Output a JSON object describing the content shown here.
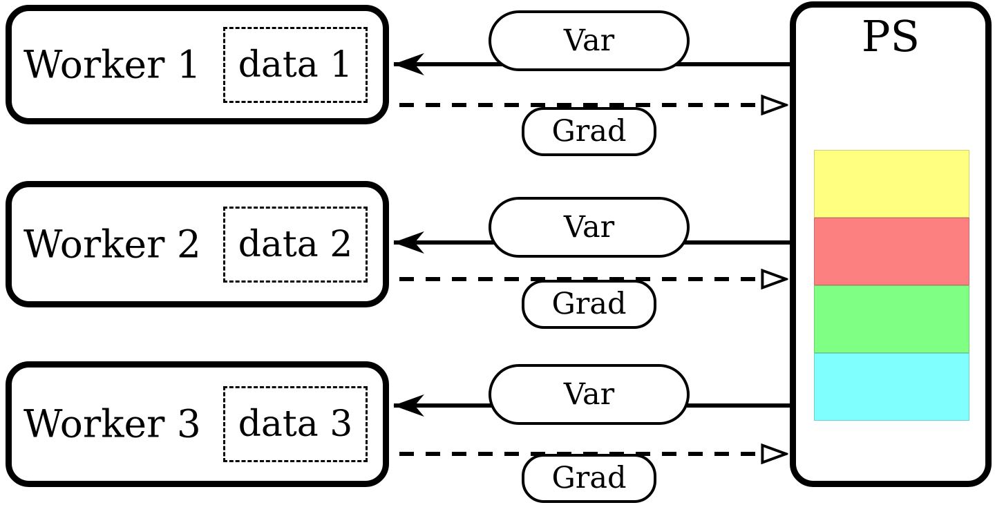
{
  "canvas": {
    "background": "#ffffff",
    "line_color": "#000000"
  },
  "workers": [
    {
      "label": "Worker 1",
      "data_label": "data 1"
    },
    {
      "label": "Worker 2",
      "data_label": "data 2"
    },
    {
      "label": "Worker 3",
      "data_label": "data 3"
    }
  ],
  "ps": {
    "label": "PS",
    "param_blocks": [
      {
        "name": "param-block-yellow",
        "color": "#FFFF80"
      },
      {
        "name": "param-block-red",
        "color": "#FC8080"
      },
      {
        "name": "param-block-green",
        "color": "#80FF85"
      },
      {
        "name": "param-block-cyan",
        "color": "#80FFFF"
      }
    ]
  },
  "edges": [
    {
      "label": "Var",
      "from": "PS",
      "to": "Worker 1",
      "style": "solid"
    },
    {
      "label": "Grad",
      "from": "Worker 1",
      "to": "PS",
      "style": "dashed"
    },
    {
      "label": "Var",
      "from": "PS",
      "to": "Worker 2",
      "style": "solid"
    },
    {
      "label": "Grad",
      "from": "Worker 2",
      "to": "PS",
      "style": "dashed"
    },
    {
      "label": "Var",
      "from": "PS",
      "to": "Worker 3",
      "style": "solid"
    },
    {
      "label": "Grad",
      "from": "Worker 3",
      "to": "PS",
      "style": "dashed"
    }
  ]
}
